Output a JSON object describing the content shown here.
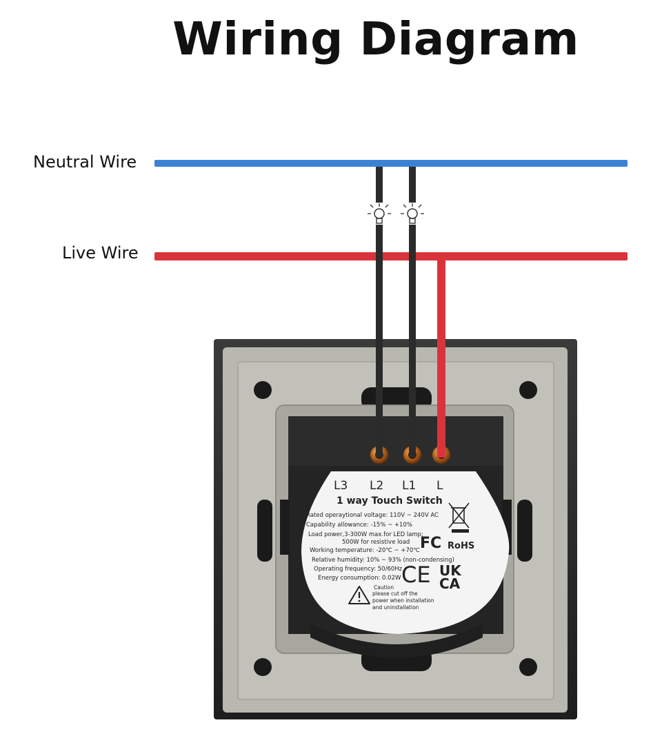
{
  "title": "Wiring Diagram",
  "wires": {
    "neutral_label": "Neutral Wire",
    "live_label": "Live Wire",
    "neutral_color": "#3b82d4",
    "live_color": "#d9343c",
    "load_wire_color": "#2b2b2b"
  },
  "device": {
    "terminals": [
      "L3",
      "L2",
      "L1",
      "L"
    ],
    "model": "1 way Touch  Switch",
    "specs": [
      "Rated operaytional voltage: 110V ~ 240V AC",
      "Capability allowance: -15%  ~ +10%",
      "Load power,3-300W max.for LED lamp;",
      "500W for resistive load",
      "Working temperature: -20℃ ~ +70℃",
      "Relative humidity: 10% ~ 93% (non-condensing)",
      "Operating frequency: 50/60Hz",
      "Energy consumption: 0.02W"
    ],
    "caution": [
      "Caution",
      "please cut off the",
      "power when installation",
      "and uninstallation"
    ],
    "marks": {
      "fc": "FC",
      "rohs": "RoHS",
      "ce": "CE",
      "ukca_top": "UK",
      "ukca_bottom": "CA"
    }
  }
}
